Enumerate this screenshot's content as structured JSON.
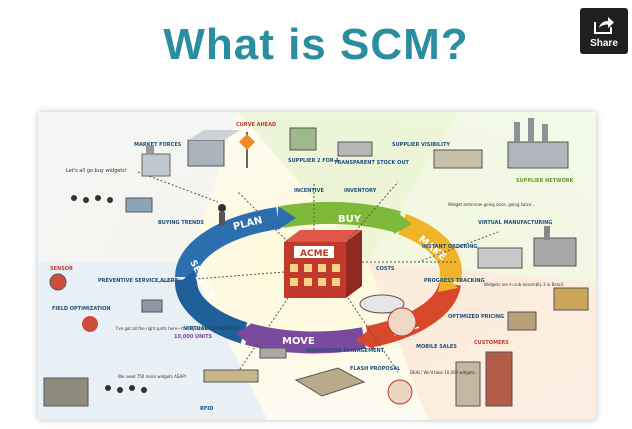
{
  "header": {
    "title": "What is SCM?",
    "share_label": "Share",
    "share_icon": "share-icon"
  },
  "cycle": {
    "stages": [
      "PLAN",
      "BUY",
      "MAKE",
      "SELL",
      "MOVE",
      "SERVICE"
    ],
    "center_sign": "ACME"
  },
  "labels": {
    "curve_ahead": "CURVE AHEAD",
    "market_forces": "MARKET FORCES",
    "supplier_visibility": "SUPPLIER VISIBILITY",
    "supplier_network": "SUPPLIER NETWORK",
    "incentive": "INCENTIVE",
    "supplier_2for1": "SUPPLIER 2 FOR 1",
    "transparent_stock_out": "TRANSPARENT STOCK OUT",
    "inventory": "INVENTORY",
    "buying_trends": "BUYING TRENDS",
    "lets_go": "Let's all go buy widgets!",
    "sensor": "SENSOR",
    "preventive_alert": "PREVENTIVE SERVICE ALERT",
    "field_optimization": "FIELD OPTIMIZATION",
    "got_parts": "I've got all the right parts here—this'll just take a second.",
    "virtual_logistics": "VIRTUAL LOGISTICS",
    "units": "10,000 UNITS",
    "need_widgets": "We need 750 more widgets ASAP!",
    "rfid": "RFID",
    "warehouse_management": "WAREHOUSE MANAGEMENT",
    "costs": "COSTS",
    "virtual_manufacturing": "VIRTUAL MANUFACTURING",
    "progress_tracking": "PROGRESS TRACKING",
    "optimized_pricing": "OPTIMIZED PRICING",
    "customers": "CUSTOMERS",
    "mobile_sales": "MOBILE SALES",
    "instant_ordering": "INSTANT ORDERING",
    "widget_demand": "Widget antennae going once, going twice...",
    "widgets_assembly": "Widgets are in sub-assembly 3 in Brazil.",
    "deal": "DEAL! We'll take 10,000 widgets.",
    "flash_proposal": "FLASH PROPOSAL"
  },
  "colors": {
    "title": "#2a8ea0",
    "plan": "#2b6fb0",
    "buy": "#7fb93a",
    "make": "#f0b429",
    "sell": "#d8492c",
    "move": "#7a4a9e",
    "service": "#1f5f9a"
  }
}
